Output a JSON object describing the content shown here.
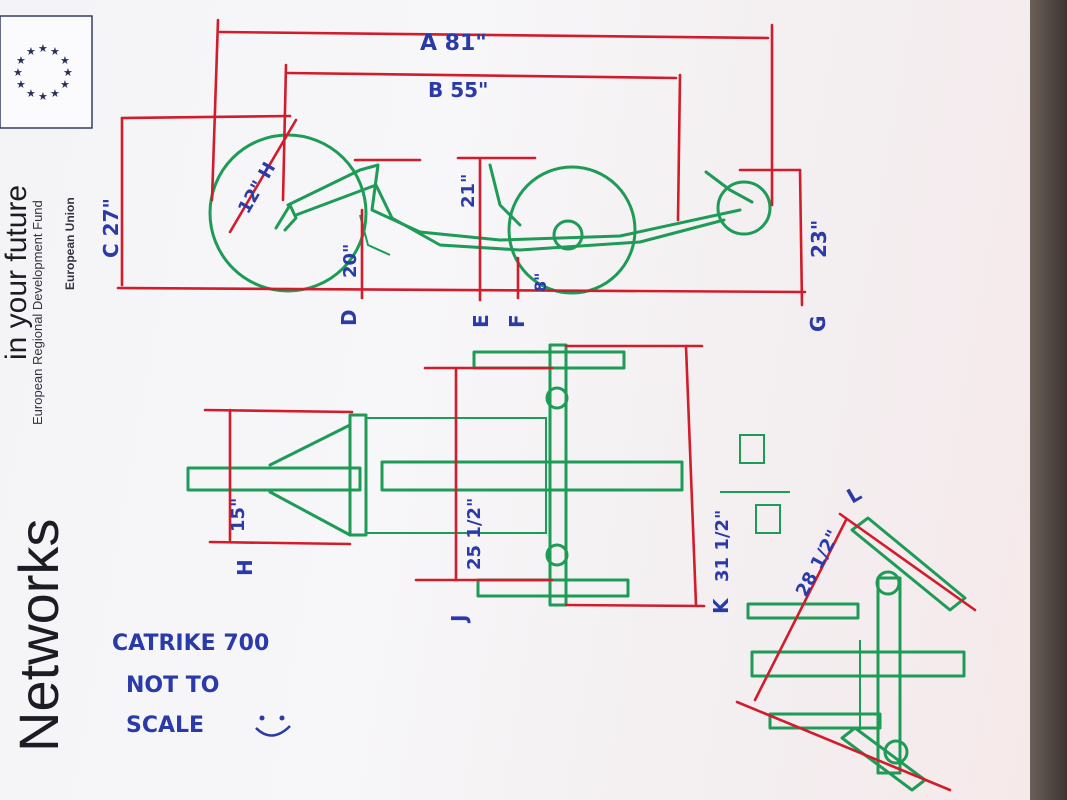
{
  "poster": {
    "title_text": "Networks",
    "line1": "in your future",
    "line2": "European Regional Development Fund",
    "line3": "European Union"
  },
  "side_view": {
    "dimA": "A  81\"",
    "dimB": "B 55\"",
    "dimC": "C 27\"",
    "dimH": "12\" H",
    "dim20": "20\"",
    "dim21": "21\"",
    "dim8": "8\"",
    "dim23": "23\"",
    "labelD": "D",
    "labelE": "E",
    "labelF": "F",
    "labelG": "G"
  },
  "top_view": {
    "dim15": "15\"",
    "dim25": "25 1/2\"",
    "dim31": "31 1/2\"",
    "labelH": "H",
    "labelJ": "J",
    "labelK": "K"
  },
  "rotated_view": {
    "dim28": "28 1/2\"",
    "labelL": "L"
  },
  "notes": {
    "line1": "CATRIKE 700",
    "line2": "NOT TO",
    "line3": "SCALE",
    "smiley": ":)"
  },
  "colors": {
    "red_ink": "#d11c2c",
    "green_ink": "#1e9b57",
    "blue_ink": "#2a3aa8"
  }
}
